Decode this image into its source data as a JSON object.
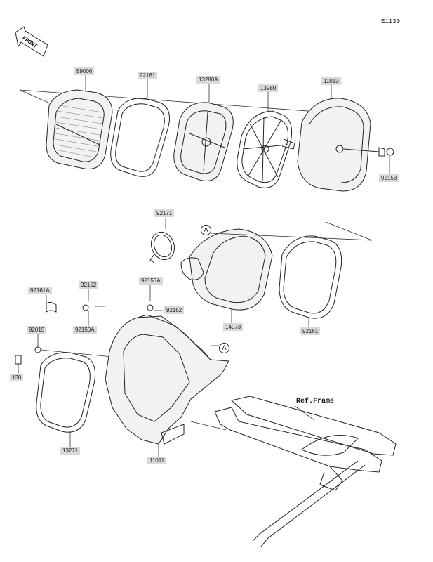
{
  "diagram_code": "E1130",
  "front_label": "FRONT",
  "ref_frame": "Ref.Frame",
  "callout_A": "A",
  "parts": {
    "p59006": "59006",
    "p92161_top": "92161",
    "p13280A": "13280A",
    "p13280": "13280",
    "p11013": "11013",
    "p92153": "92153",
    "p92171": "92171",
    "p14073": "14073",
    "p92161_mid": "92161",
    "p92161A": "92161A",
    "p92152_a": "92152",
    "p92153A": "92153A",
    "p92152_b": "92152",
    "p92150A": "92150A",
    "p92015": "92015",
    "p130": "130",
    "p13271": "13271",
    "p11011": "11011"
  }
}
